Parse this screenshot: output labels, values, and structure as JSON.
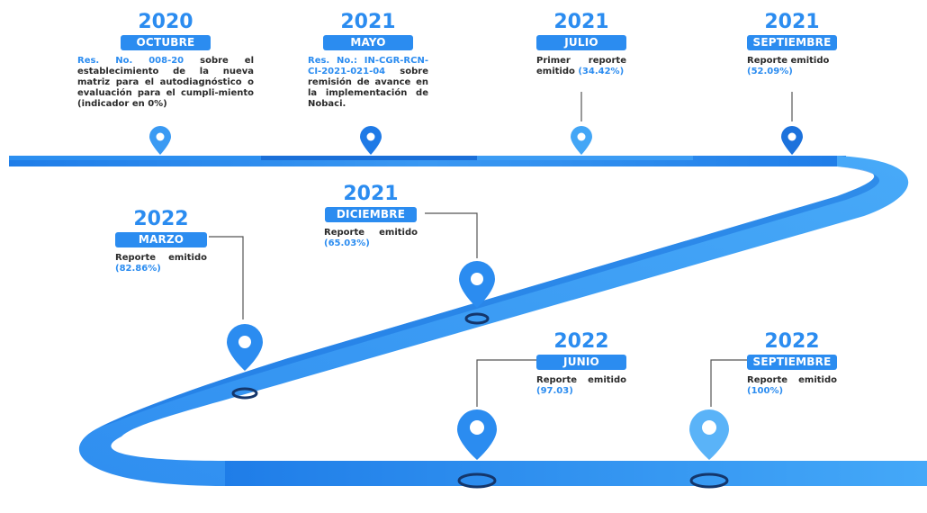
{
  "events": {
    "e1": {
      "year": "2020",
      "month": "OCTUBRE",
      "ref": "Res. No. 008-20",
      "text": " sobre el establecimiento de la nueva matriz para el autodiagnóstico o evaluación para el cumpli-miento (indicador en 0%)"
    },
    "e2": {
      "year": "2021",
      "month": "MAYO",
      "ref": "Res. No.: IN-CGR-RCN-CI-2021-021-04",
      "text": " sobre remisión de avance en la implementación de Nobaci."
    },
    "e3": {
      "year": "2021",
      "month": "JULIO",
      "text": "Primer reporte emitido ",
      "pct": "(34.42%)"
    },
    "e4": {
      "year": "2021",
      "month": "SEPTIEMBRE",
      "text": "Reporte emitido ",
      "pct": "(52.09%)"
    },
    "e5": {
      "year": "2021",
      "month": "DICIEMBRE",
      "text": "Reporte emitido ",
      "pct": "(65.03%)"
    },
    "e6": {
      "year": "2022",
      "month": "MARZO",
      "text": "Reporte emitido ",
      "pct": "(82.86%)"
    },
    "e7": {
      "year": "2022",
      "month": "JUNIO",
      "text": "Reporte emitido ",
      "pct": "(97.03)"
    },
    "e8": {
      "year": "2022",
      "month": "SEPTIEMBRE",
      "text": "Reporte emitido ",
      "pct": "(100%)"
    }
  },
  "colors": {
    "accent": "#2b8cf0",
    "road_light": "#45a8f7",
    "road_dark": "#1c78e6",
    "text": "#2a2a2a"
  }
}
